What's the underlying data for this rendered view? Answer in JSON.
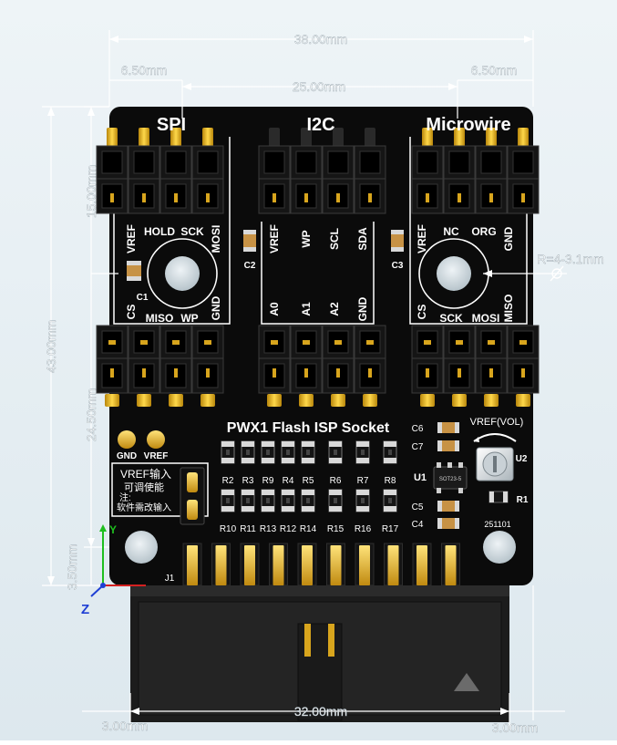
{
  "dimensions": {
    "overall_width": "38.00mm",
    "pin_span": "25.00mm",
    "left_margin": "6.50mm",
    "right_margin": "6.50mm",
    "height_total": "43.00mm",
    "upper_height": "15.00mm",
    "lower_height": "24.50mm",
    "bottom_height": "3.50mm",
    "header_width": "32.00mm",
    "left_offset": "3.00mm",
    "right_offset": "3.00mm",
    "hole_radius": "R=4-3.1mm"
  },
  "board": {
    "sections": {
      "spi": "SPI",
      "i2c": "I2C",
      "microwire": "Microwire"
    },
    "spi_top": [
      "VREF",
      "HOLD",
      "SCK",
      "MOSI"
    ],
    "spi_bottom": [
      "CS",
      "MISO",
      "WP",
      "GND"
    ],
    "i2c_top": [
      "VREF",
      "WP",
      "SCL",
      "SDA"
    ],
    "i2c_bottom": [
      "A0",
      "A1",
      "A2",
      "GND"
    ],
    "mw_top": [
      "VREF",
      "NC",
      "ORG",
      "GND"
    ],
    "mw_bottom": [
      "CS",
      "SCK",
      "MOSI",
      "MISO"
    ],
    "title": "PWX1 Flash ISP Socket",
    "pads": [
      "GND",
      "VREF"
    ],
    "note_lines": [
      "VREF输入",
      "可调使能",
      "注:",
      "软件需改输入"
    ],
    "resistors_row1": [
      "R2",
      "R3",
      "R9",
      "R4",
      "R5",
      "R6",
      "R7",
      "R8"
    ],
    "resistors_row2": [
      "R10",
      "R11",
      "R13",
      "R12",
      "R14",
      "R15",
      "R16",
      "R17"
    ],
    "caps": {
      "c1": "C1",
      "c2": "C2",
      "c3": "C3",
      "c4": "C4",
      "c5": "C5",
      "c6": "C6",
      "c7": "C7"
    },
    "u1": "U1",
    "u1_package": "SOT23-5",
    "u2": "U2",
    "r1": "R1",
    "vref_vol": "VREF(VOL)",
    "date_code": "251101",
    "connector": "J1"
  },
  "axes": {
    "y": "Y",
    "z": "Z"
  },
  "colors": {
    "pcb": "#0d0d0d",
    "gold": "#e8b422",
    "silk": "#ffffff",
    "background": "#e6eef2"
  }
}
